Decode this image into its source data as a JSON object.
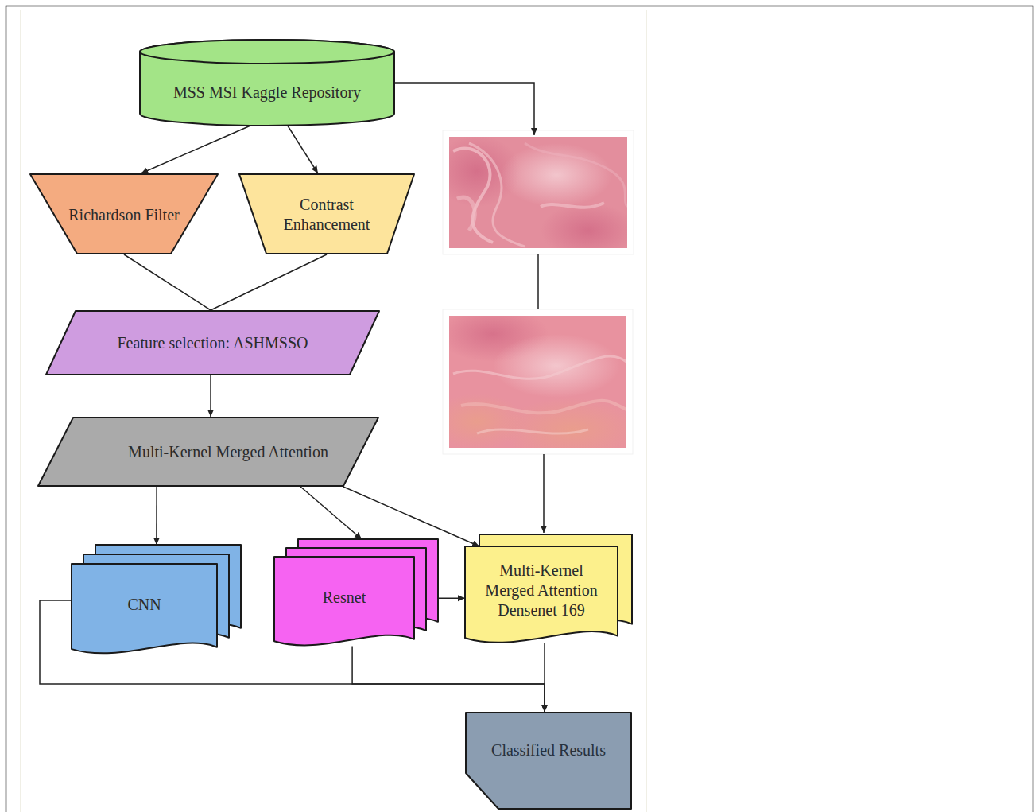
{
  "diagram": {
    "nodes": [
      {
        "text": [
          "MSS MSI Kaggle Repository"
        ]
      },
      {
        "text": [
          "Richardson Filter"
        ]
      },
      {
        "text": [
          "Contrast Enhancement"
        ]
      },
      {
        "text": [
          "Feature selection: ASHMSSO"
        ]
      },
      {
        "text": [
          "Multi-Kernel Merged Attention"
        ]
      },
      {
        "text": [
          "CNN"
        ]
      },
      {
        "text": [
          "Resnet"
        ]
      },
      {
        "text": [
          "Multi-Kernel Merged Attention Densenet 169"
        ]
      },
      {
        "text": [
          "Classified Results"
        ]
      }
    ],
    "edges": [
      {
        "from": 0,
        "to": 1,
        "arrow": "to"
      },
      {
        "from": 0,
        "to": 2,
        "arrow": "to"
      },
      {
        "from": 1,
        "to": 3,
        "arrow": "none"
      },
      {
        "from": 2,
        "to": 3,
        "arrow": "none"
      },
      {
        "from": 3,
        "to": 4,
        "arrow": "to"
      },
      {
        "from": 4,
        "to": 5,
        "arrow": "to"
      },
      {
        "from": 4,
        "to": 6,
        "arrow": "to"
      },
      {
        "from": 4,
        "to": 7,
        "arrow": "to"
      },
      {
        "from": 6,
        "to": 7,
        "arrow": "to"
      },
      {
        "from": 5,
        "to": 8,
        "arrow": "to"
      },
      {
        "from": 6,
        "to": 8,
        "arrow": "to"
      },
      {
        "from": 7,
        "to": 8,
        "arrow": "to"
      }
    ]
  }
}
